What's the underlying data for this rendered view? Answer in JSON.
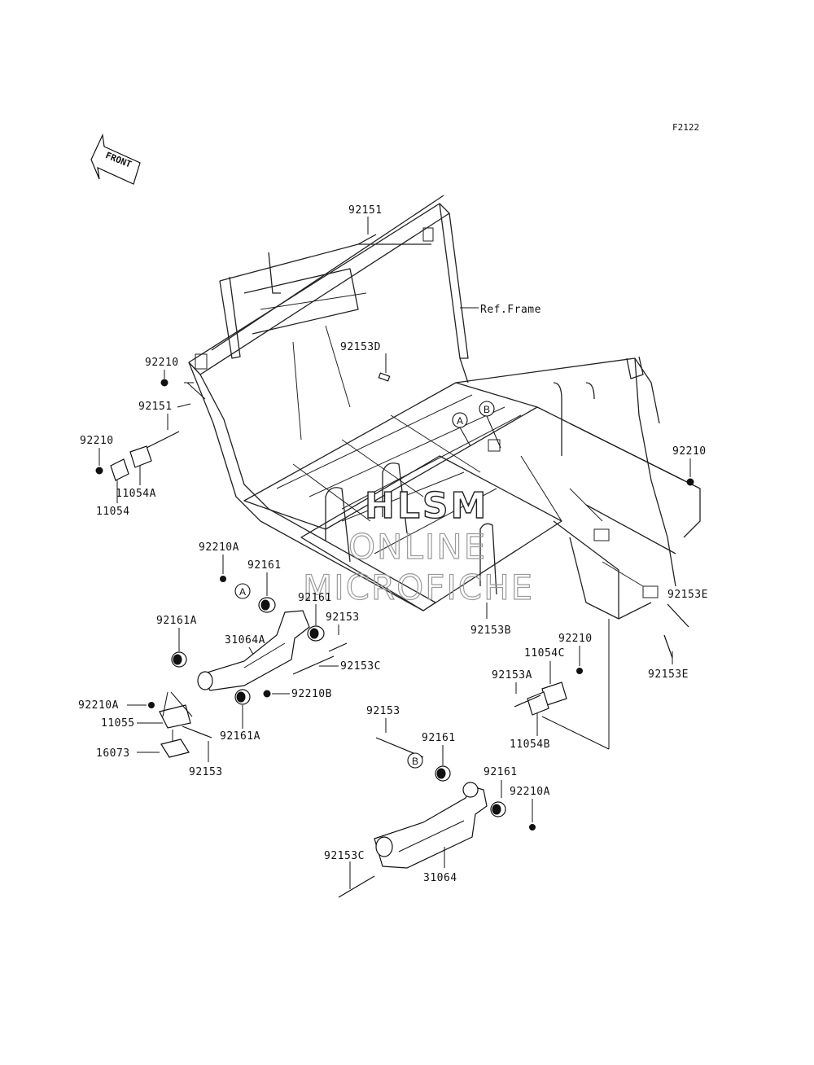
{
  "diagram_code": "F2122",
  "front_arrow_label": "FRONT",
  "watermark": {
    "line1": "HLSM",
    "line2": "ONLINE",
    "line3": "MICROFICHE"
  },
  "ref_frame_label": "Ref.Frame",
  "callouts": {
    "a": "A",
    "b": "B"
  },
  "parts": {
    "p92151_top": "92151",
    "p92153D": "92153D",
    "p92210_l1": "92210",
    "p92151_l": "92151",
    "p92210_l2": "92210",
    "p11054A": "11054A",
    "p11054": "11054",
    "p92210_r": "92210",
    "p92210A_1": "92210A",
    "p92161_1": "92161",
    "p92161_2": "92161",
    "p92153_1": "92153",
    "p92161A_1": "92161A",
    "p31064A": "31064A",
    "p92153C_1": "92153C",
    "p92210B": "92210B",
    "p92210A_2": "92210A",
    "p11055": "11055",
    "p92161A_2": "92161A",
    "p16073": "16073",
    "p92153_2": "92153",
    "p92153B": "92153B",
    "p92153E_1": "92153E",
    "p92210_rm": "92210",
    "p11054C": "11054C",
    "p92153A": "92153A",
    "p92153E_2": "92153E",
    "p11054B": "11054B",
    "p92153_3": "92153",
    "p92161_3": "92161",
    "p92161_4": "92161",
    "p92210A_3": "92210A",
    "p92153C_2": "92153C",
    "p31064": "31064"
  }
}
